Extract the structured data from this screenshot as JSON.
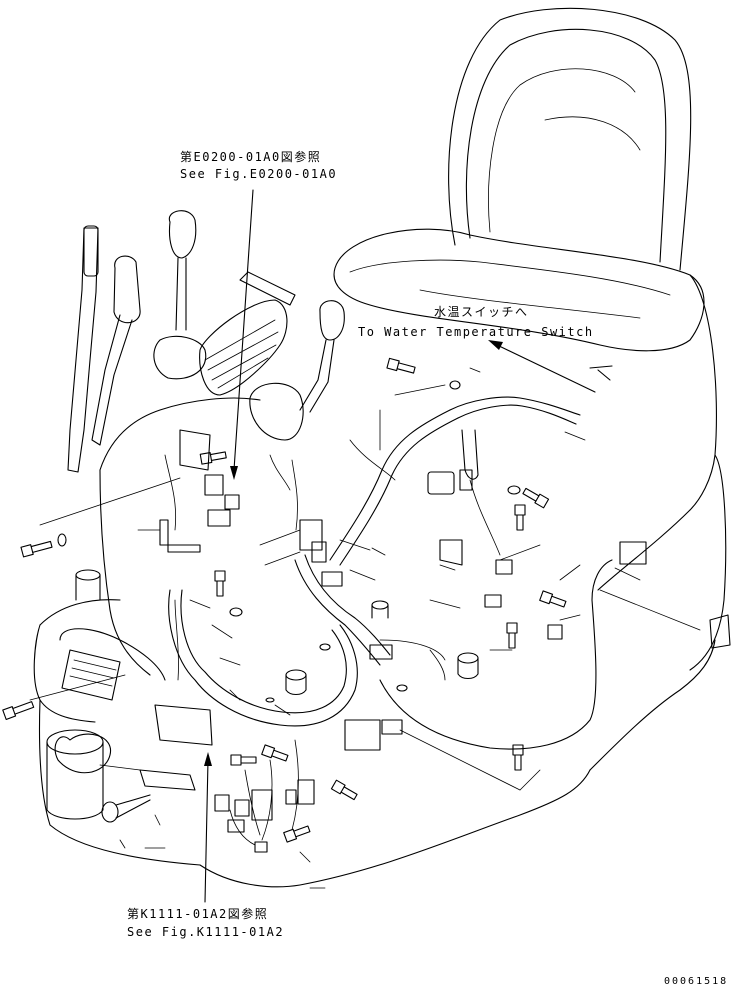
{
  "labels": {
    "ref_top_jp": "第E0200-01A0図参照",
    "ref_top_en": "See Fig.E0200-01A0",
    "water_temp_jp": "水温スイッチへ",
    "water_temp_en": "To Water Temperature Switch",
    "ref_bottom_jp": "第K1111-01A2図参照",
    "ref_bottom_en": "See Fig.K1111-01A2",
    "doc_number": "00061518"
  }
}
